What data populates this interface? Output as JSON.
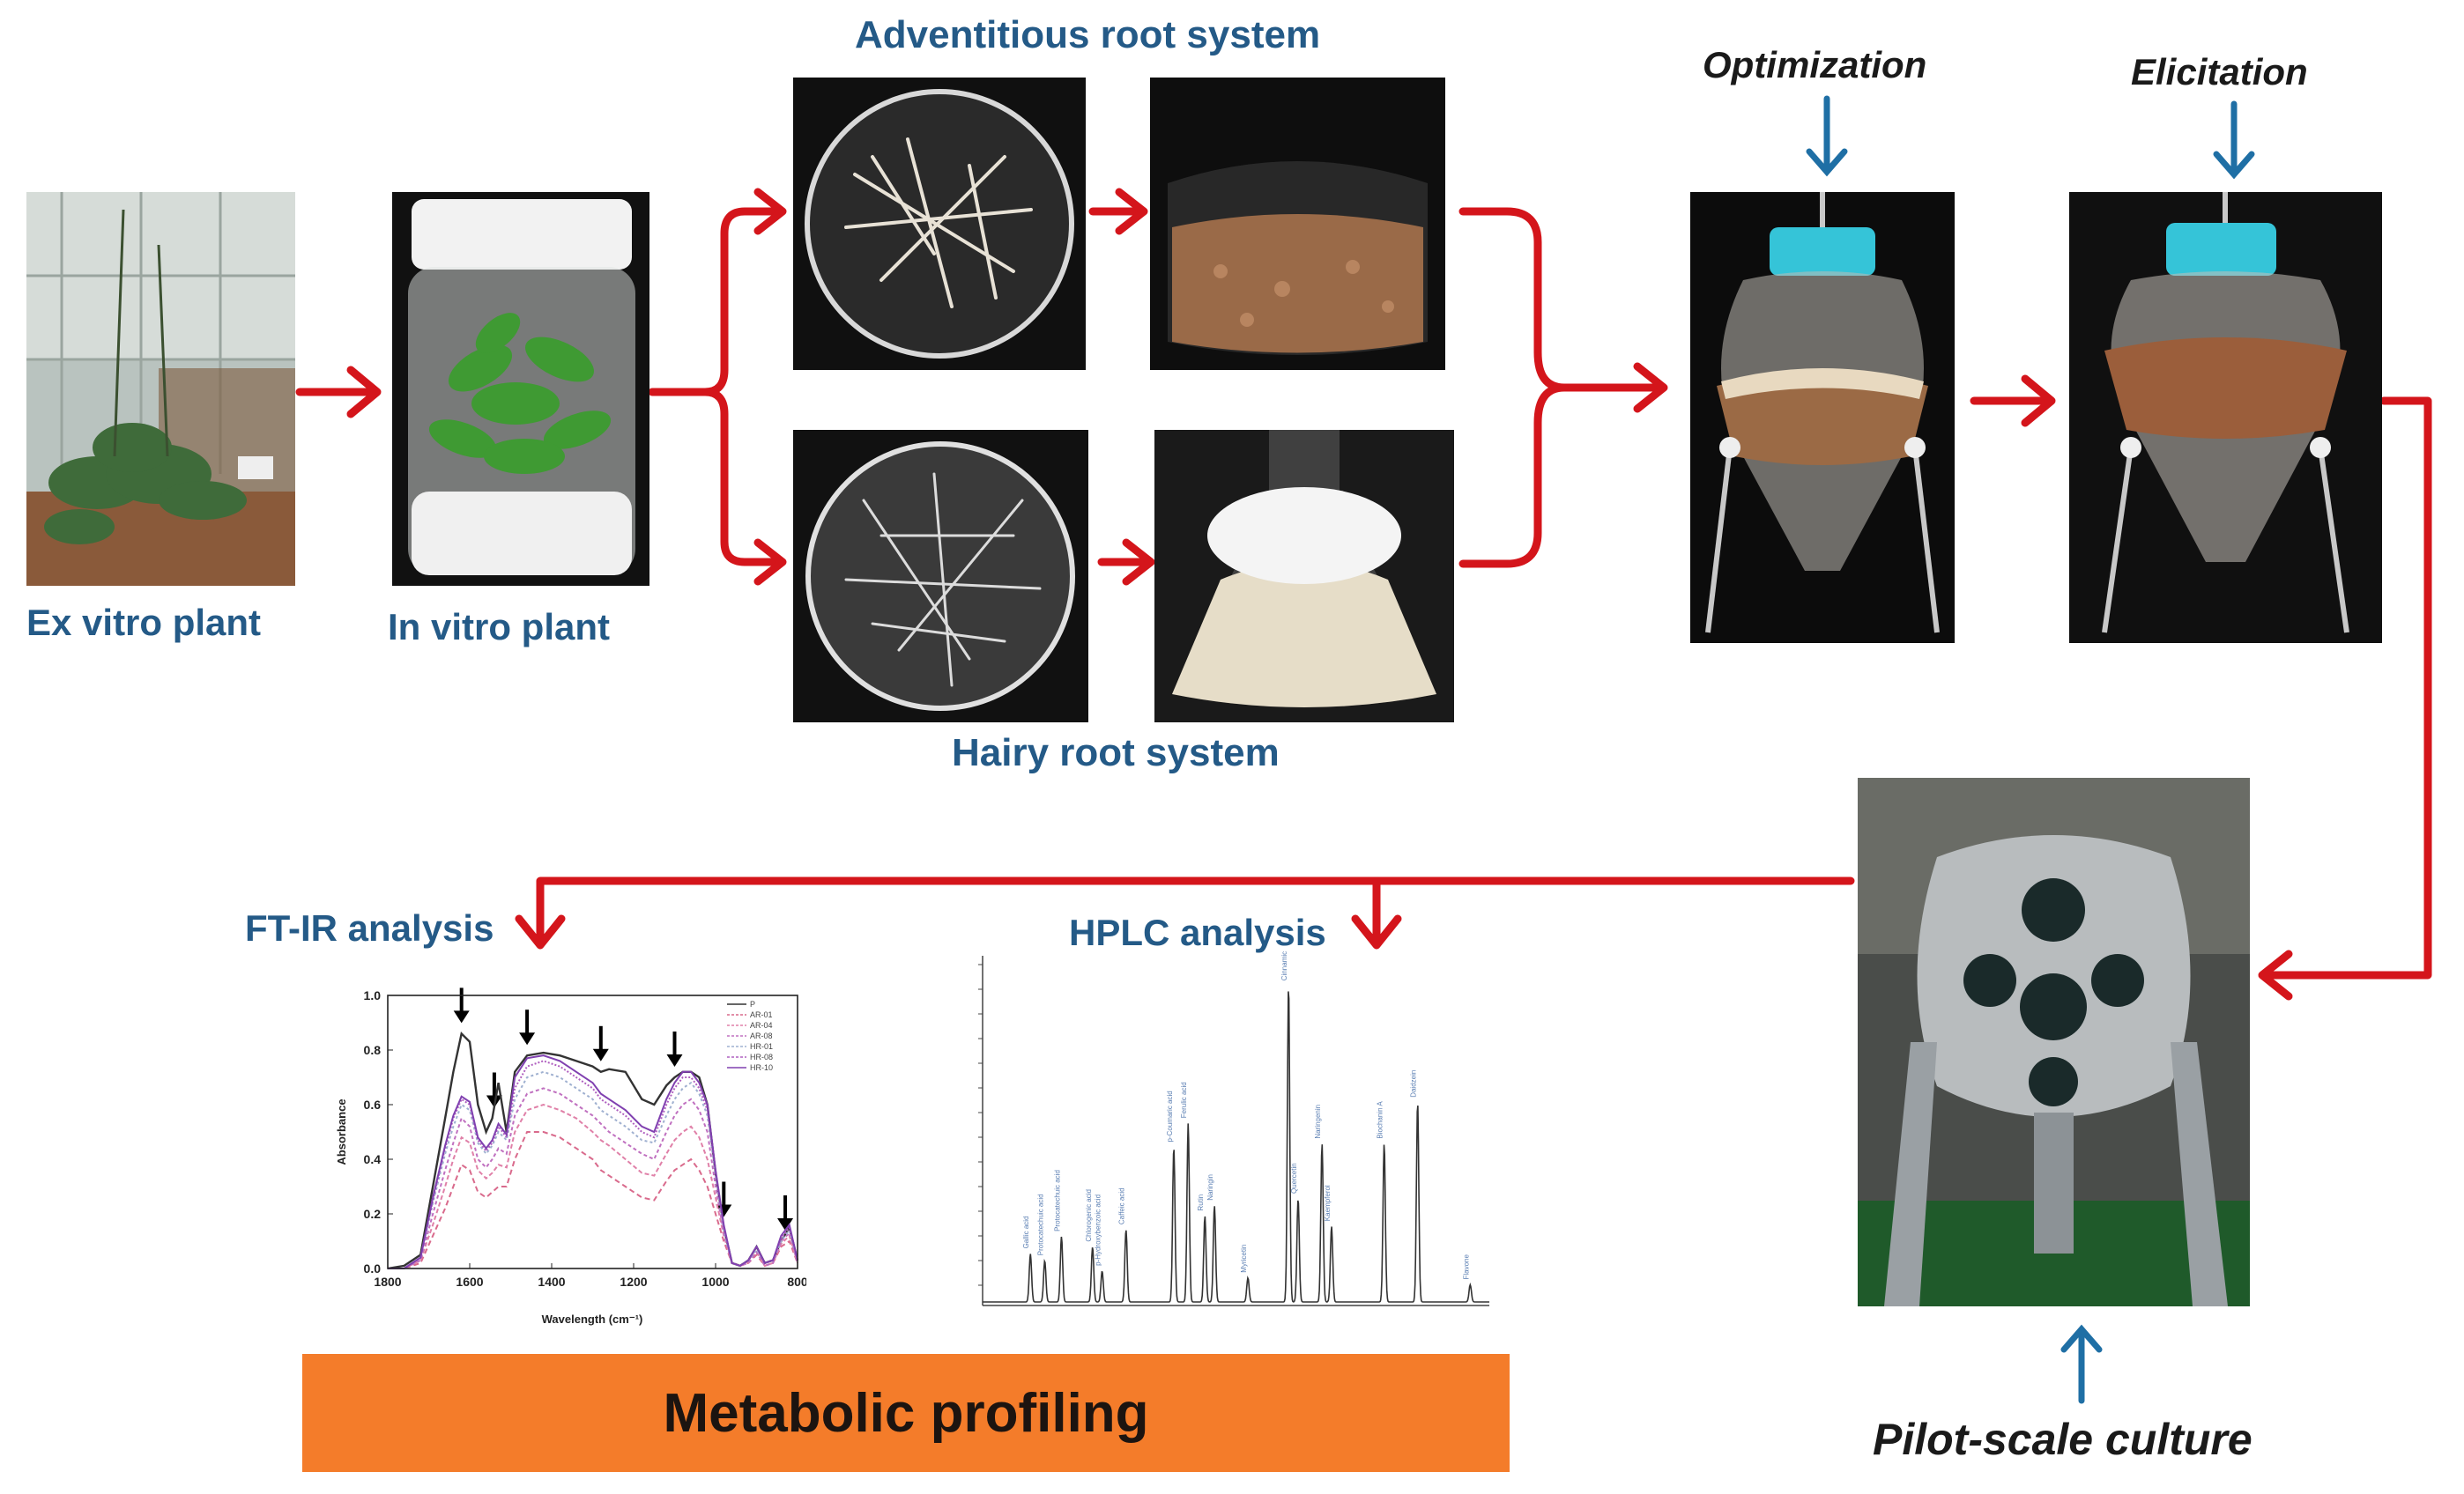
{
  "labels": {
    "ex_vitro": "Ex vitro plant",
    "in_vitro": "In vitro plant",
    "adventitious": "Adventitious root system",
    "hairy": "Hairy root system",
    "optimization": "Optimization",
    "elicitation": "Elicitation",
    "pilot": "Pilot-scale culture",
    "ftir": "FT-IR analysis",
    "hplc": "HPLC analysis",
    "metabolic": "Metabolic profiling"
  },
  "colors": {
    "flow_arrow": "#d4151b",
    "input_arrow": "#1f6fa5",
    "label_text": "#245a87",
    "banner": "#f47c2a"
  },
  "ftir_chart": {
    "type": "line",
    "xlabel": "Wavelength (cm⁻¹)",
    "ylabel": "Absorbance",
    "xlim": [
      1800,
      800
    ],
    "ylim": [
      0.0,
      1.0
    ],
    "x_ticks": [
      "1800",
      "1600",
      "1400",
      "1200",
      "1000",
      "800"
    ],
    "y_ticks": [
      "0.0",
      "0.2",
      "0.4",
      "0.6",
      "0.8",
      "1.0"
    ],
    "legend": [
      "P",
      "AR-01",
      "AR-04",
      "AR-08",
      "HR-01",
      "HR-08",
      "HR-10"
    ],
    "series_colors": [
      "#333333",
      "#d96a8c",
      "#e080a8",
      "#c070c0",
      "#9fb0d0",
      "#b060c0",
      "#8040b0"
    ],
    "arrow_positions_cm": [
      1620,
      1540,
      1460,
      1280,
      1100,
      980,
      830
    ],
    "series": [
      {
        "name": "P",
        "x": [
          1800,
          1760,
          1720,
          1690,
          1660,
          1640,
          1620,
          1600,
          1580,
          1560,
          1545,
          1530,
          1510,
          1490,
          1460,
          1420,
          1380,
          1340,
          1300,
          1280,
          1260,
          1220,
          1180,
          1150,
          1120,
          1100,
          1080,
          1060,
          1040,
          1020,
          1000,
          980,
          960,
          940,
          920,
          900,
          880,
          860,
          840,
          820,
          800
        ],
        "y": [
          0,
          0.01,
          0.05,
          0.3,
          0.55,
          0.72,
          0.86,
          0.83,
          0.6,
          0.5,
          0.55,
          0.68,
          0.5,
          0.72,
          0.78,
          0.79,
          0.78,
          0.76,
          0.74,
          0.72,
          0.73,
          0.72,
          0.62,
          0.6,
          0.67,
          0.7,
          0.72,
          0.72,
          0.7,
          0.6,
          0.35,
          0.15,
          0.02,
          0.01,
          0.03,
          0.08,
          0.02,
          0.03,
          0.1,
          0.15,
          0.03
        ]
      },
      {
        "name": "AR-01",
        "x": [
          1800,
          1760,
          1720,
          1690,
          1660,
          1640,
          1620,
          1600,
          1580,
          1560,
          1545,
          1530,
          1510,
          1490,
          1460,
          1420,
          1380,
          1340,
          1300,
          1280,
          1260,
          1220,
          1180,
          1150,
          1120,
          1100,
          1080,
          1060,
          1040,
          1020,
          1000,
          980,
          960,
          940,
          920,
          900,
          880,
          860,
          840,
          820,
          800
        ],
        "y": [
          0,
          0.0,
          0.02,
          0.12,
          0.22,
          0.3,
          0.38,
          0.36,
          0.28,
          0.26,
          0.28,
          0.3,
          0.3,
          0.4,
          0.5,
          0.5,
          0.48,
          0.44,
          0.4,
          0.36,
          0.34,
          0.3,
          0.26,
          0.25,
          0.32,
          0.36,
          0.38,
          0.4,
          0.36,
          0.3,
          0.2,
          0.1,
          0.02,
          0.01,
          0.02,
          0.05,
          0.01,
          0.02,
          0.08,
          0.1,
          0.02
        ]
      },
      {
        "name": "AR-04",
        "x": [
          1800,
          1760,
          1720,
          1690,
          1660,
          1640,
          1620,
          1600,
          1580,
          1560,
          1545,
          1530,
          1510,
          1490,
          1460,
          1420,
          1380,
          1340,
          1300,
          1280,
          1260,
          1220,
          1180,
          1150,
          1120,
          1100,
          1080,
          1060,
          1040,
          1020,
          1000,
          980,
          960,
          940,
          920,
          900,
          880,
          860,
          840,
          820,
          800
        ],
        "y": [
          0,
          0.0,
          0.03,
          0.16,
          0.3,
          0.4,
          0.48,
          0.46,
          0.36,
          0.33,
          0.35,
          0.38,
          0.37,
          0.5,
          0.58,
          0.6,
          0.58,
          0.55,
          0.5,
          0.47,
          0.45,
          0.4,
          0.35,
          0.34,
          0.42,
          0.47,
          0.5,
          0.52,
          0.48,
          0.4,
          0.26,
          0.12,
          0.02,
          0.01,
          0.02,
          0.06,
          0.01,
          0.02,
          0.09,
          0.12,
          0.02
        ]
      },
      {
        "name": "AR-08",
        "x": [
          1800,
          1760,
          1720,
          1690,
          1660,
          1640,
          1620,
          1600,
          1580,
          1560,
          1545,
          1530,
          1510,
          1490,
          1460,
          1420,
          1380,
          1340,
          1300,
          1280,
          1260,
          1220,
          1180,
          1150,
          1120,
          1100,
          1080,
          1060,
          1040,
          1020,
          1000,
          980,
          960,
          940,
          920,
          900,
          880,
          860,
          840,
          820,
          800
        ],
        "y": [
          0,
          0.0,
          0.03,
          0.2,
          0.36,
          0.46,
          0.55,
          0.52,
          0.4,
          0.37,
          0.4,
          0.44,
          0.42,
          0.56,
          0.64,
          0.66,
          0.64,
          0.6,
          0.56,
          0.53,
          0.5,
          0.46,
          0.42,
          0.4,
          0.5,
          0.56,
          0.6,
          0.62,
          0.58,
          0.5,
          0.3,
          0.13,
          0.02,
          0.01,
          0.02,
          0.06,
          0.01,
          0.02,
          0.1,
          0.13,
          0.02
        ]
      },
      {
        "name": "HR-01",
        "x": [
          1800,
          1760,
          1720,
          1690,
          1660,
          1640,
          1620,
          1600,
          1580,
          1560,
          1545,
          1530,
          1510,
          1490,
          1460,
          1420,
          1380,
          1340,
          1300,
          1280,
          1260,
          1220,
          1180,
          1150,
          1120,
          1100,
          1080,
          1060,
          1040,
          1020,
          1000,
          980,
          960,
          940,
          920,
          900,
          880,
          860,
          840,
          820,
          800
        ],
        "y": [
          0,
          0.0,
          0.04,
          0.24,
          0.42,
          0.52,
          0.6,
          0.58,
          0.46,
          0.42,
          0.45,
          0.5,
          0.47,
          0.62,
          0.7,
          0.72,
          0.7,
          0.66,
          0.62,
          0.58,
          0.56,
          0.52,
          0.47,
          0.46,
          0.56,
          0.62,
          0.66,
          0.68,
          0.64,
          0.56,
          0.34,
          0.14,
          0.02,
          0.01,
          0.03,
          0.07,
          0.02,
          0.03,
          0.1,
          0.14,
          0.03
        ]
      },
      {
        "name": "HR-08",
        "x": [
          1800,
          1760,
          1720,
          1690,
          1660,
          1640,
          1620,
          1600,
          1580,
          1560,
          1545,
          1530,
          1510,
          1490,
          1460,
          1420,
          1380,
          1340,
          1300,
          1280,
          1260,
          1220,
          1180,
          1150,
          1120,
          1100,
          1080,
          1060,
          1040,
          1020,
          1000,
          980,
          960,
          940,
          920,
          900,
          880,
          860,
          840,
          820,
          800
        ],
        "y": [
          0,
          0.0,
          0.04,
          0.25,
          0.44,
          0.55,
          0.62,
          0.6,
          0.47,
          0.43,
          0.46,
          0.52,
          0.48,
          0.66,
          0.74,
          0.76,
          0.74,
          0.7,
          0.66,
          0.62,
          0.6,
          0.56,
          0.5,
          0.48,
          0.6,
          0.66,
          0.7,
          0.7,
          0.66,
          0.58,
          0.35,
          0.15,
          0.02,
          0.01,
          0.03,
          0.08,
          0.02,
          0.03,
          0.11,
          0.15,
          0.03
        ]
      },
      {
        "name": "HR-10",
        "x": [
          1800,
          1760,
          1720,
          1690,
          1660,
          1640,
          1620,
          1600,
          1580,
          1560,
          1545,
          1530,
          1510,
          1490,
          1460,
          1420,
          1380,
          1340,
          1300,
          1280,
          1260,
          1220,
          1180,
          1150,
          1120,
          1100,
          1080,
          1060,
          1040,
          1020,
          1000,
          980,
          960,
          940,
          920,
          900,
          880,
          860,
          840,
          820,
          800
        ],
        "y": [
          0,
          0.0,
          0.04,
          0.26,
          0.45,
          0.56,
          0.63,
          0.61,
          0.48,
          0.44,
          0.47,
          0.53,
          0.49,
          0.7,
          0.77,
          0.78,
          0.76,
          0.72,
          0.68,
          0.64,
          0.62,
          0.58,
          0.52,
          0.5,
          0.62,
          0.68,
          0.72,
          0.72,
          0.68,
          0.6,
          0.36,
          0.16,
          0.02,
          0.01,
          0.03,
          0.08,
          0.02,
          0.03,
          0.12,
          0.16,
          0.03
        ]
      }
    ]
  },
  "hplc_chart": {
    "type": "line",
    "peaks": [
      {
        "t": 0.1,
        "h": 0.14,
        "label": "Gallic acid"
      },
      {
        "t": 0.13,
        "h": 0.12,
        "label": "Protocatechuic acid"
      },
      {
        "t": 0.165,
        "h": 0.19,
        "label": "Protocatechuic acid"
      },
      {
        "t": 0.23,
        "h": 0.16,
        "label": "Chlorogenic acid"
      },
      {
        "t": 0.25,
        "h": 0.09,
        "label": "p-Hydroxybenzoic acid"
      },
      {
        "t": 0.3,
        "h": 0.21,
        "label": "Caffeic acid"
      },
      {
        "t": 0.4,
        "h": 0.45,
        "label": "p-Coumaric acid"
      },
      {
        "t": 0.43,
        "h": 0.52,
        "label": "Ferulic acid"
      },
      {
        "t": 0.465,
        "h": 0.25,
        "label": "Rutin"
      },
      {
        "t": 0.485,
        "h": 0.28,
        "label": "Naringin"
      },
      {
        "t": 0.555,
        "h": 0.07,
        "label": "Myricetin"
      },
      {
        "t": 0.64,
        "h": 0.92,
        "label": "Cinnamic acid"
      },
      {
        "t": 0.66,
        "h": 0.3,
        "label": "Quercetin"
      },
      {
        "t": 0.71,
        "h": 0.46,
        "label": "Naringenin"
      },
      {
        "t": 0.73,
        "h": 0.22,
        "label": "Kaempferol"
      },
      {
        "t": 0.84,
        "h": 0.46,
        "label": "Biochanin A"
      },
      {
        "t": 0.91,
        "h": 0.58,
        "label": "Daidzein"
      },
      {
        "t": 1.02,
        "h": 0.05,
        "label": "Flavone"
      }
    ]
  }
}
